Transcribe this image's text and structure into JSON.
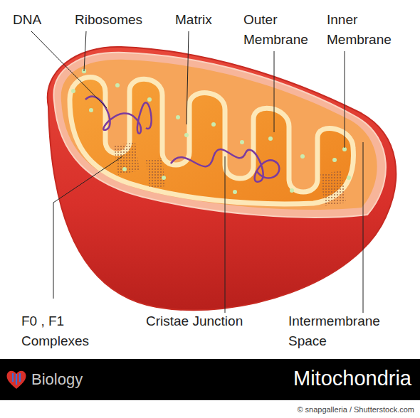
{
  "diagram": {
    "nodes": [
      {
        "text": [
          "Biology",
          "Mitochondria"
        ]
      }
    ],
    "labels": [
      "DNA",
      "Ribosomes",
      "Matrix",
      "Outer Membrane",
      "Inner Membrane",
      "F0 , F1 Complexes",
      "Cristae Junction",
      "Intermembrane Space",
      "© snapgalleria / Shutterstock.com"
    ]
  }
}
